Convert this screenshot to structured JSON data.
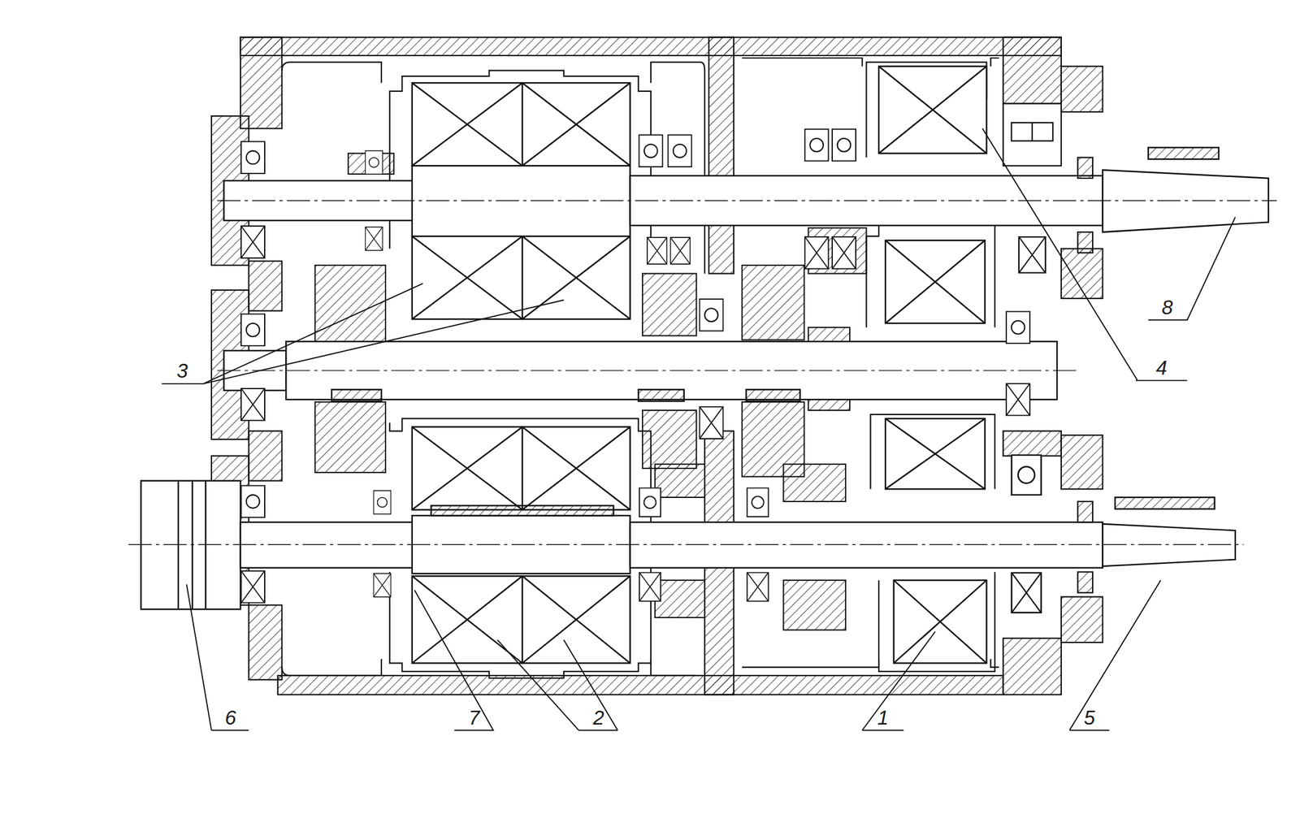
{
  "diagram": {
    "labels": [
      "3",
      "8",
      "4",
      "6",
      "7",
      "2",
      "1",
      "5"
    ]
  }
}
